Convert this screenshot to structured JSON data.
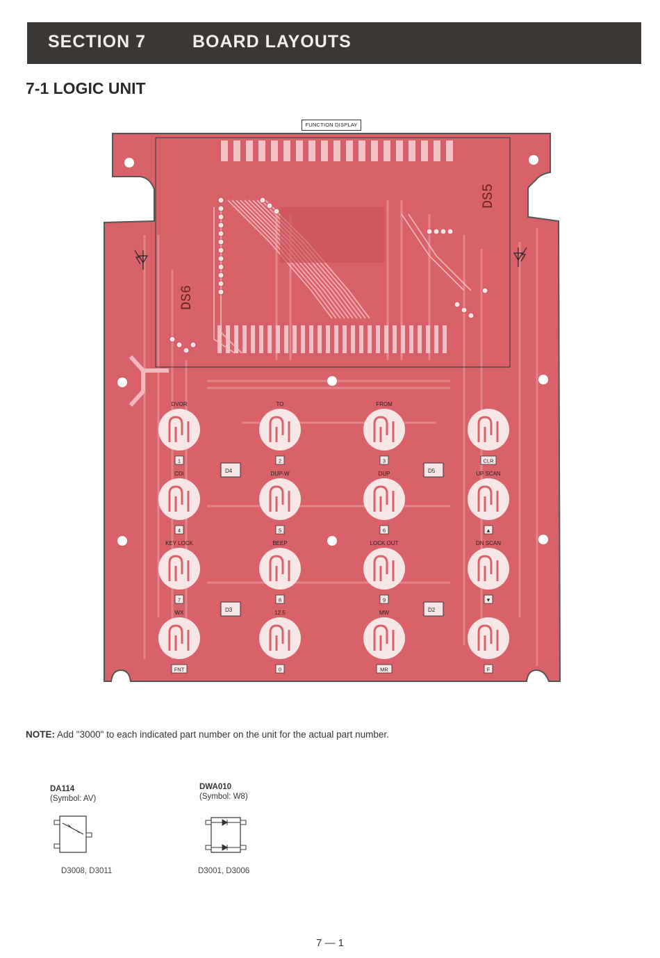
{
  "header": {
    "section": "SECTION 7",
    "title": "BOARD LAYOUTS"
  },
  "subheading": "7-1 LOGIC UNIT",
  "board": {
    "function_display_label": "FUNCTION DISPLAY",
    "display_labels": [
      "DS5",
      "DS6"
    ],
    "diode_labels": [
      "D4",
      "D5",
      "D3",
      "D2"
    ],
    "keys": [
      {
        "name": "DVOR",
        "number": "1"
      },
      {
        "name": "TO",
        "number": "2"
      },
      {
        "name": "FROM",
        "number": "3"
      },
      {
        "name": "",
        "number": "CLR"
      },
      {
        "name": "CDI",
        "number": "4"
      },
      {
        "name": "DUP-W",
        "number": "5"
      },
      {
        "name": "DUP",
        "number": "6"
      },
      {
        "name": "UP SCAN",
        "number": "▲"
      },
      {
        "name": "KEY LOCK",
        "number": "7"
      },
      {
        "name": "BEEP",
        "number": "8"
      },
      {
        "name": "LOCK OUT",
        "number": "9"
      },
      {
        "name": "DN SCAN",
        "number": "▼"
      },
      {
        "name": "WX",
        "number": "FNT"
      },
      {
        "name": "12.5",
        "number": "0"
      },
      {
        "name": "MW",
        "number": "MR"
      },
      {
        "name": "",
        "number": "F"
      }
    ]
  },
  "note": {
    "label": "NOTE:",
    "text": " Add \"3000\" to each indicated part number on the unit for the actual part number."
  },
  "components": [
    {
      "name": "DA114",
      "symbol": "(Symbol: AV)",
      "parts": "D3008, D3011"
    },
    {
      "name": "DWA010",
      "symbol": "(Symbol: W8)",
      "parts": "D3001, D3006"
    }
  ],
  "page_number": "7 — 1",
  "colors": {
    "header_bg": "#3a3735",
    "board_fill": "#d9616a",
    "trace": "#f2b9bc",
    "pad": "#f6e6e6"
  }
}
